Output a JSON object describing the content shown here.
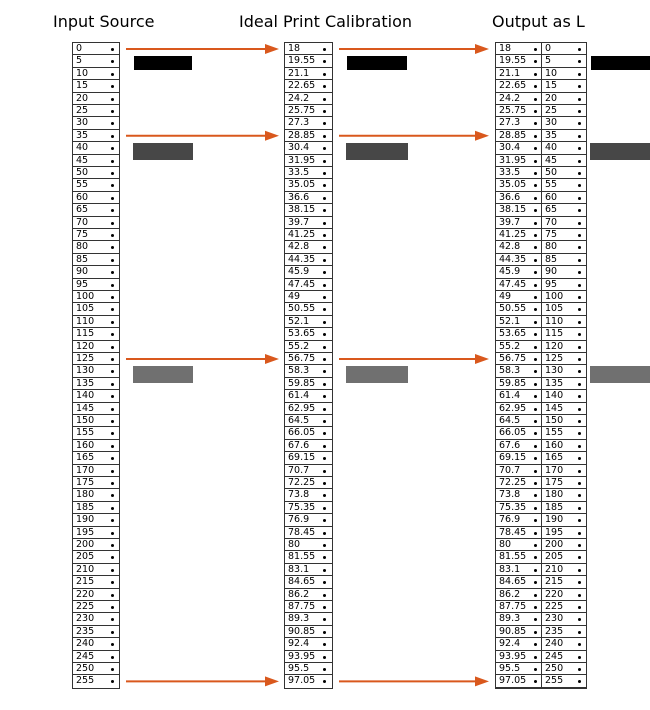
{
  "titles": {
    "input": "Input Source",
    "ideal": "Ideal Print Calibration",
    "output": "Output as L"
  },
  "input_values": [
    "0",
    "5",
    "10",
    "15",
    "20",
    "25",
    "30",
    "35",
    "40",
    "45",
    "50",
    "55",
    "60",
    "65",
    "70",
    "75",
    "80",
    "85",
    "90",
    "95",
    "100",
    "105",
    "110",
    "115",
    "120",
    "125",
    "130",
    "135",
    "140",
    "145",
    "150",
    "155",
    "160",
    "165",
    "170",
    "175",
    "180",
    "185",
    "190",
    "195",
    "200",
    "205",
    "210",
    "215",
    "220",
    "225",
    "230",
    "235",
    "240",
    "245",
    "250",
    "255"
  ],
  "ideal_values": [
    "18",
    "19.55",
    "21.1",
    "22.65",
    "24.2",
    "25.75",
    "27.3",
    "28.85",
    "30.4",
    "31.95",
    "33.5",
    "35.05",
    "36.6",
    "38.15",
    "39.7",
    "41.25",
    "42.8",
    "44.35",
    "45.9",
    "47.45",
    "49",
    "50.55",
    "52.1",
    "53.65",
    "55.2",
    "56.75",
    "58.3",
    "59.85",
    "61.4",
    "62.95",
    "64.5",
    "66.05",
    "67.6",
    "69.15",
    "70.7",
    "72.25",
    "73.8",
    "75.35",
    "76.9",
    "78.45",
    "80",
    "81.55",
    "83.1",
    "84.65",
    "86.2",
    "87.75",
    "89.3",
    "90.85",
    "92.4",
    "93.95",
    "95.5",
    "97.05"
  ],
  "swatches": [
    {
      "row": 1,
      "color": "#000000"
    },
    {
      "row": 8,
      "color": "#474747"
    },
    {
      "row": 26,
      "color": "#707070"
    }
  ],
  "arrow_rows": [
    0,
    7,
    25,
    51
  ],
  "arrow_color": "#d9581d"
}
